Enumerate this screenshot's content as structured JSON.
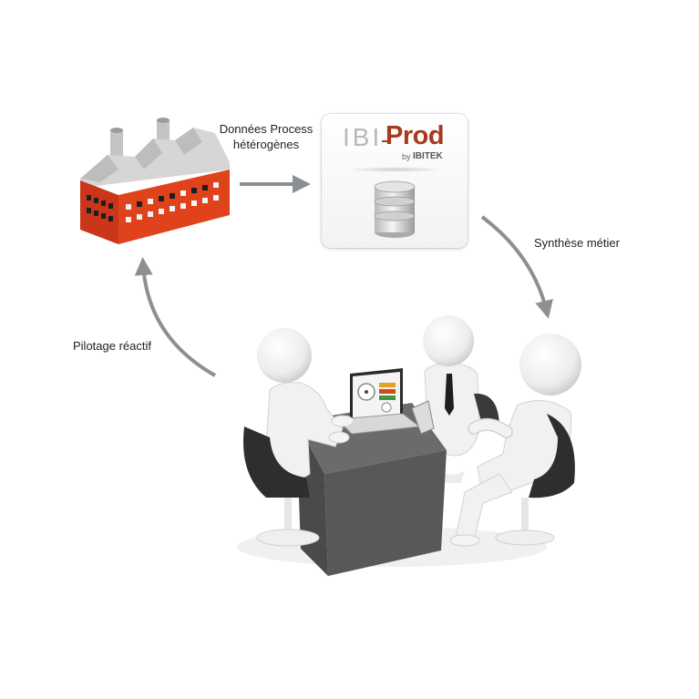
{
  "labels": {
    "process_line1": "Données Process",
    "process_line2": "hétérogènes",
    "synthese": "Synthèse métier",
    "pilotage": "Pilotage réactif"
  },
  "ibiprod": {
    "logo_ibi": "IBI",
    "logo_prod": "Prod",
    "logo_by": "by",
    "logo_company": "IBITEK"
  },
  "colors": {
    "factory": "#e0431c",
    "factory_roof": "#d0d0d0",
    "arrow": "#8d9093",
    "brand_red": "#a73a1e",
    "table": "#5b5b5b",
    "figure": "#f4f4f4"
  }
}
